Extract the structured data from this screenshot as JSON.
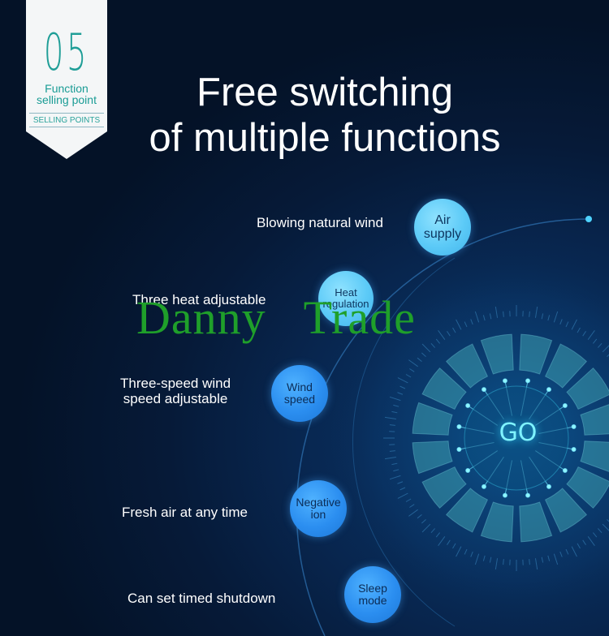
{
  "badge": {
    "number": "05",
    "label_line1": "Function",
    "label_line2": "selling point",
    "sub": "SELLING POINTS"
  },
  "title": {
    "line1": "Free switching",
    "line2": "of multiple functions"
  },
  "features": [
    {
      "text": "Blowing natural wind",
      "bubble": [
        "Air",
        "supply"
      ]
    },
    {
      "text": "Three heat adjustable",
      "bubble": [
        "Heat",
        "regulation"
      ]
    },
    {
      "text_line1": "Three-speed wind",
      "text_line2": "speed adjustable",
      "bubble": [
        "Wind",
        "speed"
      ]
    },
    {
      "text": "Fresh air at any time",
      "bubble": [
        "Negative",
        "ion"
      ]
    },
    {
      "text": "Can set timed shutdown",
      "bubble": [
        "Sleep",
        "mode"
      ]
    }
  ],
  "center": {
    "label": "GO"
  },
  "watermark": {
    "word1": "Danny",
    "word2": "Trade"
  },
  "colors": {
    "accent_teal": "#1f9e97",
    "bubble_blue": "#2b8ef0",
    "bubble_light": "#5ccaf7",
    "glow": "#35d9ff",
    "watermark": "#1f9f2a"
  }
}
